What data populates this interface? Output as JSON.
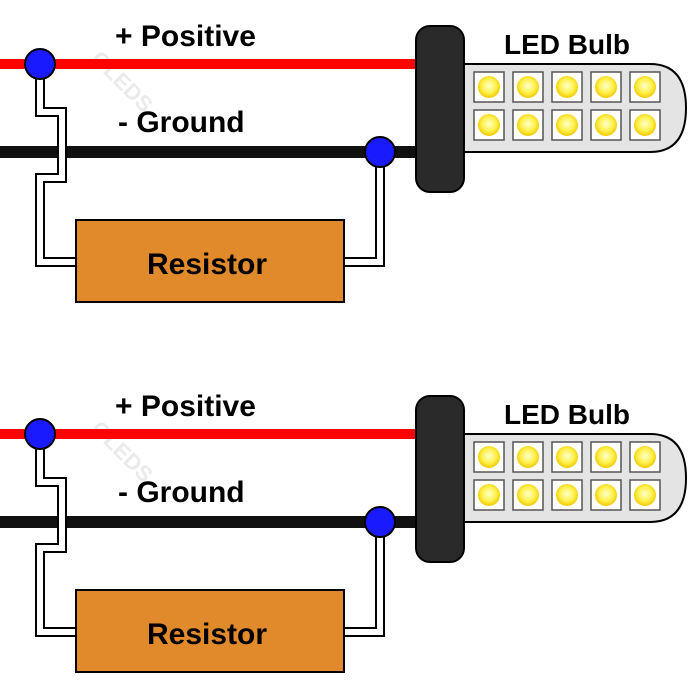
{
  "diagrams": [
    {
      "positive_label": "+ Positive",
      "ground_label": "- Ground",
      "bulb_label": "LED Bulb",
      "resistor_label": "Resistor"
    },
    {
      "positive_label": "+ Positive",
      "ground_label": "- Ground",
      "bulb_label": "LED Bulb",
      "resistor_label": "Resistor"
    }
  ],
  "watermark": "OLEDS",
  "colors": {
    "positive_wire": "#ff0000",
    "ground_wire": "#111111",
    "junction": "#1a1aff",
    "resistor_fill": "#e08a2c",
    "bulb_base": "#2a2a2a",
    "bulb_body": "#e4e4e4",
    "led_chip": "#ffee33"
  },
  "led_grid": {
    "rows": 2,
    "cols": 5
  }
}
